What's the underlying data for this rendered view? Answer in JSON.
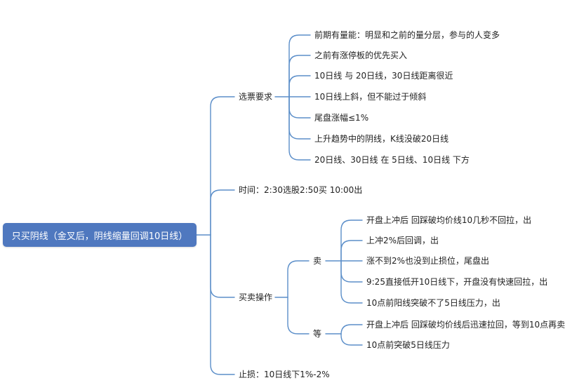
{
  "root": {
    "label": "只买阴线（金叉后，阴线缩量回调10日线）"
  },
  "branches": {
    "selection": {
      "label": "选票要求",
      "items": [
        "前期有量能：明显和之前的量分层，参与的人变多",
        "之前有涨停板的优先买入",
        "10日线 与 20日线，30日线距离很近",
        "10日线上斜，但不能过于倾斜",
        "尾盘涨幅≤1%",
        "上升趋势中的阴线，K线没破20日线",
        "20日线、30日线 在 5日线、10日线 下方"
      ]
    },
    "time": {
      "label": "时间：2:30选股2:50买 10:00出"
    },
    "trading": {
      "label": "买卖操作",
      "sell": {
        "label": "卖",
        "items": [
          "开盘上冲后 回踩破均价线10几秒不回拉，出",
          "上冲2%后回调，出",
          "涨不到2%也没到止损位，尾盘出",
          "9:25直接低开10日线下，开盘没有快速回拉，出",
          "10点前阳线突破不了5日线压力，出"
        ]
      },
      "wait": {
        "label": "等",
        "items": [
          "开盘上冲后 回踩破均价线后迅速拉回，等到10点再卖",
          "10点前突破5日线压力"
        ]
      }
    },
    "stoploss": {
      "label": "止损：10日线下1%-2%"
    }
  },
  "colors": {
    "root_bg": "#4f78bf",
    "edge": "#5b8ec9",
    "text": "#222222"
  }
}
